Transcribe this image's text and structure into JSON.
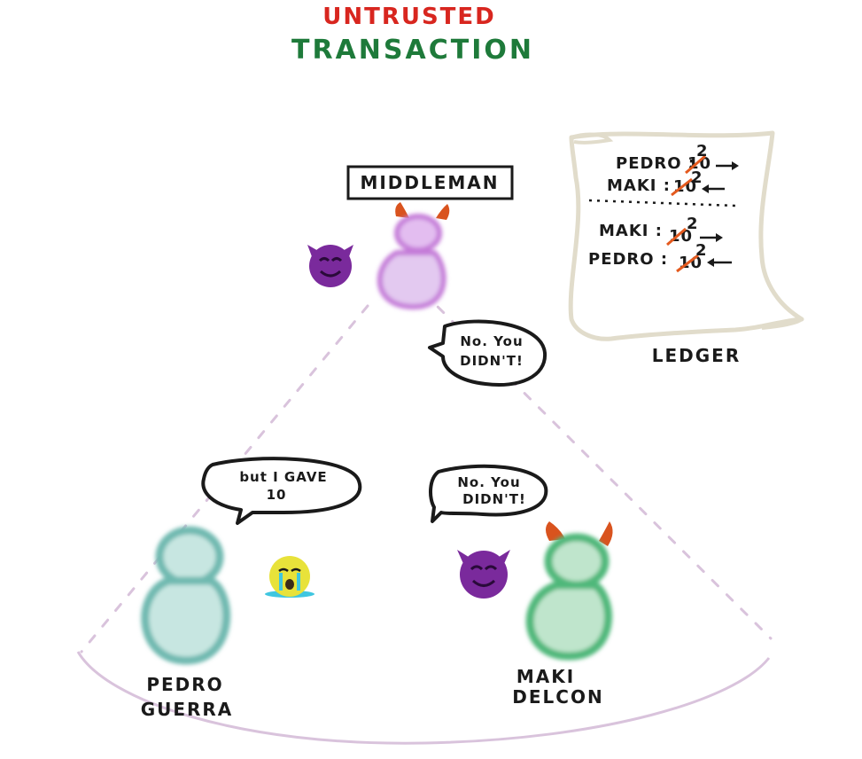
{
  "title": {
    "line1": "UNTRUSTED",
    "line2": "TRANSACTION"
  },
  "middleman": {
    "label": "MIDDLEMAN",
    "speech": [
      "No. You",
      "DIDN'T!"
    ]
  },
  "pedro": {
    "name_line1": "PEDRO",
    "name_line2": "GUERRA",
    "speech": [
      "but I GAVE",
      "10"
    ]
  },
  "maki": {
    "name_line1": "MAKI",
    "name_line2": "DELCON",
    "speech": [
      "No. You",
      "DIDN'T!"
    ]
  },
  "ledger": {
    "caption": "LEDGER",
    "entries_top": [
      {
        "name": "PEDRO :",
        "old": "10",
        "new": "2"
      },
      {
        "name": "MAKI :",
        "old": "10",
        "new": "2"
      }
    ],
    "entries_bottom": [
      {
        "name": "MAKI :",
        "old": "10",
        "new": "2"
      },
      {
        "name": "PEDRO :",
        "old": "10",
        "new": "2"
      }
    ]
  },
  "colors": {
    "title_red": "#d8261f",
    "title_green": "#1e7a3a",
    "middleman": "#c47ad8",
    "pedro": "#6fb9b0",
    "maki": "#4fb87a",
    "horns": "#d9531e",
    "devil_emoji": "#7a2a9c",
    "crying_emoji": "#e8e23a",
    "tears": "#3fc6e0"
  }
}
